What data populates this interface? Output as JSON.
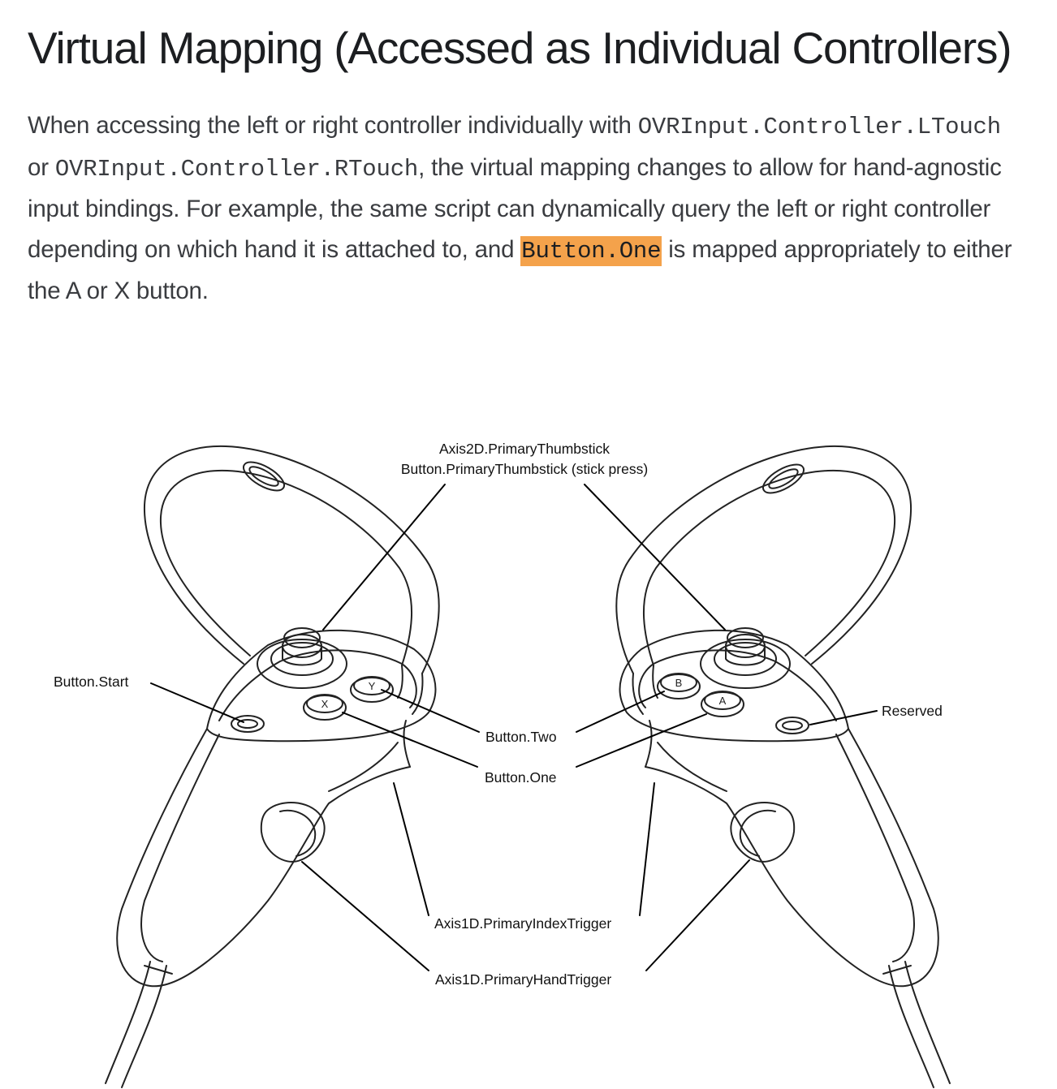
{
  "heading": "Virtual Mapping (Accessed as Individual Controllers)",
  "paragraph": {
    "t1": "When accessing the left or right controller individually with ",
    "code1": "OVRInput.Controller.LTouch",
    "t2": " or ",
    "code2": "OVRInput.Controller.RTouch",
    "t3": ", the virtual mapping changes to allow for hand-agnostic input bindings. For example, the same script can dynamically query the left or right controller depending on which hand it is attached to, and ",
    "code3": "Button.One",
    "t4": " is mapped appropriately to either the A or X button."
  },
  "diagram": {
    "labels": {
      "thumbstick_axis": "Axis2D.PrimaryThumbstick",
      "thumbstick_press": "Button.PrimaryThumbstick (stick press)",
      "start": "Button.Start",
      "reserved": "Reserved",
      "button_two": "Button.Two",
      "button_one": "Button.One",
      "index_trigger": "Axis1D.PrimaryIndexTrigger",
      "hand_trigger": "Axis1D.PrimaryHandTrigger"
    },
    "button_glyphs": {
      "left_y": "Y",
      "left_x": "X",
      "right_b": "B",
      "right_a": "A"
    }
  }
}
